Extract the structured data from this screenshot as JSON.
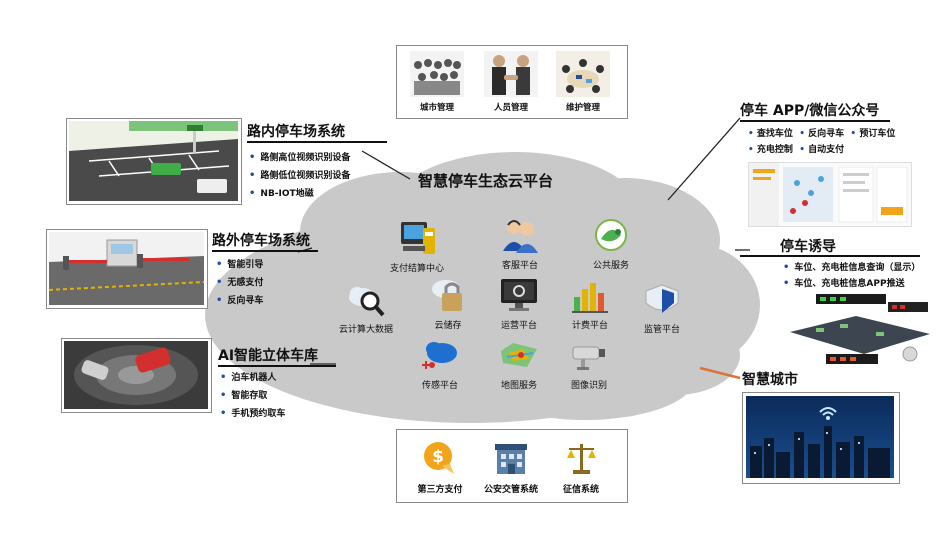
{
  "cloud": {
    "title": "智慧停车生态云平台",
    "services": [
      {
        "label": "支付结算中心",
        "icon": "payment-terminal-icon"
      },
      {
        "label": "客服平台",
        "icon": "customer-service-icon"
      },
      {
        "label": "公共服务",
        "icon": "public-service-icon"
      },
      {
        "label": "云计算大数据",
        "icon": "cloud-bigdata-icon"
      },
      {
        "label": "云储存",
        "icon": "cloud-storage-icon"
      },
      {
        "label": "运营平台",
        "icon": "operations-monitor-icon"
      },
      {
        "label": "计费平台",
        "icon": "billing-chart-icon"
      },
      {
        "label": "监管平台",
        "icon": "supervision-shield-icon"
      },
      {
        "label": "传感平台",
        "icon": "sensor-cloud-icon"
      },
      {
        "label": "地图服务",
        "icon": "map-icon"
      },
      {
        "label": "图像识别",
        "icon": "camera-icon"
      }
    ]
  },
  "top_box": {
    "items": [
      {
        "label": "城市管理",
        "icon": "crowd-icon"
      },
      {
        "label": "人员管理",
        "icon": "handshake-icon"
      },
      {
        "label": "维护管理",
        "icon": "meeting-icon"
      }
    ]
  },
  "bottom_box": {
    "items": [
      {
        "label": "第三方支付",
        "icon": "coin-payment-icon"
      },
      {
        "label": "公安交管系统",
        "icon": "police-building-icon"
      },
      {
        "label": "征信系统",
        "icon": "scales-icon"
      }
    ]
  },
  "left_panels": [
    {
      "title": "路内停车场系统",
      "bullets": [
        "路侧高位视频识别设备",
        "路侧低位视频识别设备",
        "NB-IOT地磁"
      ]
    },
    {
      "title": "路外停车场系统",
      "bullets": [
        "智能引导",
        "无感支付",
        "反向寻车"
      ]
    },
    {
      "title": "AI智能立体车库",
      "bullets": [
        "泊车机器人",
        "智能存取",
        "手机预约取车"
      ]
    }
  ],
  "right_panels": {
    "app": {
      "title": "停车 APP/微信公众号",
      "row1": [
        "查找车位",
        "反向寻车",
        "预订车位"
      ],
      "row2": [
        "充电控制",
        "自动支付"
      ]
    },
    "guide": {
      "title": "停车诱导",
      "bullets": [
        "车位、充电桩信息查询（显示）",
        "车位、充电桩信息APP推送"
      ]
    },
    "city": {
      "title": "智慧城市"
    }
  },
  "colors": {
    "accent_blue": "#1e4fa8",
    "cloud_gray": "#c8c8c8",
    "line_orange": "#d9733a",
    "frame_gray": "#8a8a8a"
  }
}
